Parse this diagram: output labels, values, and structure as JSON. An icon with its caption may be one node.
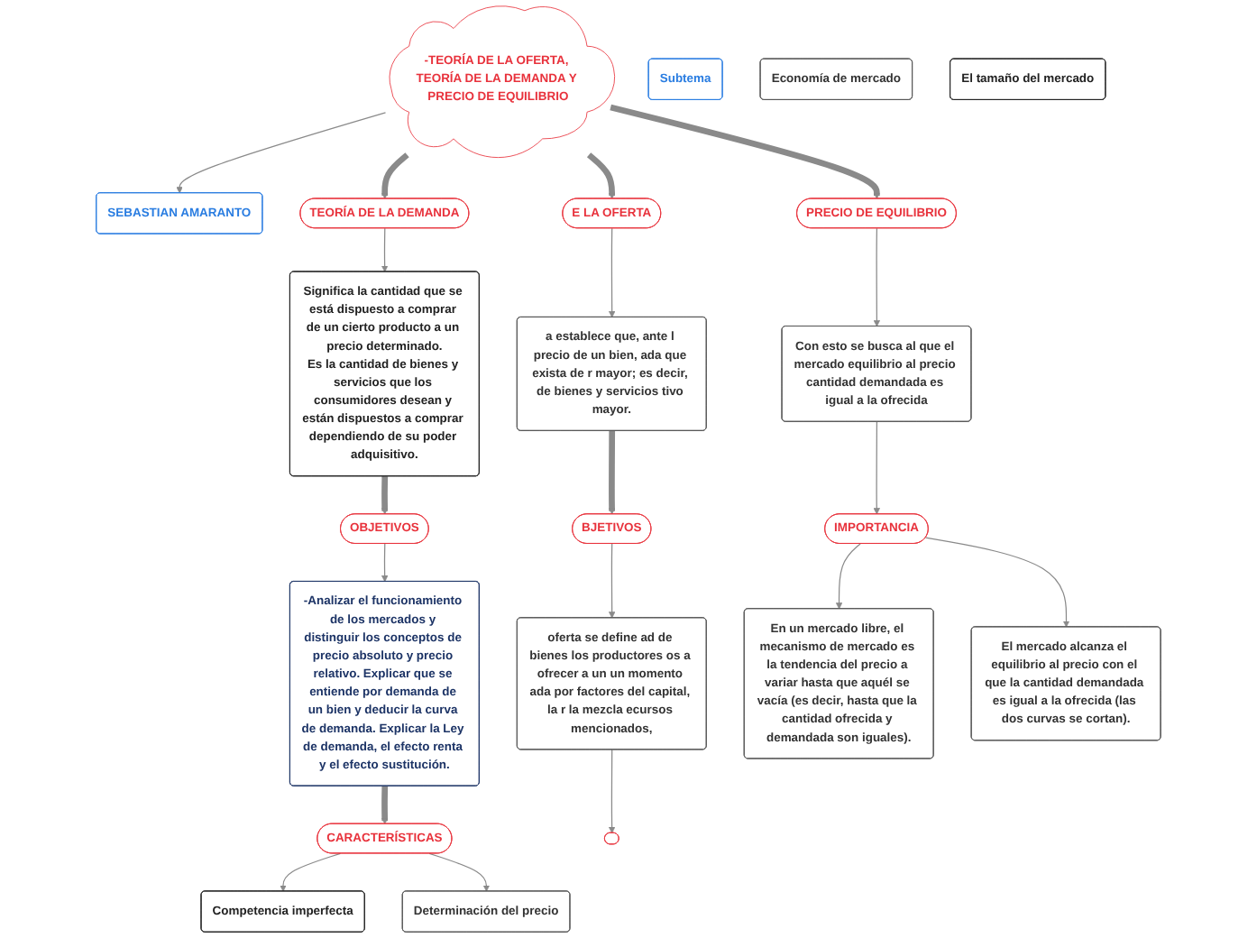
{
  "diagram": {
    "nodes": [
      {
        "text": [
          "SEBASTIAN AMARANTO"
        ]
      },
      {
        "text": [
          "-TEORÍA DE LA OFERTA, TEORÍA DE LA DEMANDA Y PRECIO DE EQUILIBRIO"
        ]
      },
      {
        "text": [
          "E LA OFERTA"
        ]
      },
      {
        "text": [
          "TEORÍA DE LA DEMANDA"
        ]
      },
      {
        "text": [
          "a establece que, ante l precio de un bien, ada que exista de r mayor; es decir, de bienes y servicios tivo mayor."
        ]
      },
      {
        "text": [
          "Significa la cantidad que se está dispuesto a comprar de un cierto producto a un precio determinado.",
          "Es la cantidad de bienes y servicios que los consumidores desean y están dispuestos a comprar dependiendo de su poder adquisitivo."
        ]
      },
      {
        "text": [
          "PRECIO DE EQUILIBRIO"
        ]
      },
      {
        "text": [
          "OBJETIVOS"
        ]
      },
      {
        "text": [
          "Con esto se busca al que el mercado equilibrio al precio cantidad demandada es igual a la ofrecida"
        ]
      },
      {
        "text": [
          "Subtema"
        ]
      },
      {
        "text": [
          "BJETIVOS"
        ]
      },
      {
        "text": [
          "IMPORTANCIA"
        ]
      },
      {
        "text": [
          "-Analizar el funcionamiento de los mercados y distinguir los conceptos de precio absoluto y precio relativo. Explicar que se entiende por demanda de un bien y deducir la curva de demanda. Explicar la Ley de demanda, el efecto renta y el efecto sustitución."
        ]
      },
      {
        "text": [
          "oferta se define ad de bienes los productores os a ofrecer a un un momento ada por factores del capital, la r la mezcla ecursos mencionados,"
        ]
      },
      {
        "text": [
          "En un mercado libre, el mecanismo de mercado es la tendencia del precio a variar hasta que aquél se vacía (es decir, hasta que la cantidad ofrecida y demandada son iguales)."
        ]
      },
      {
        "text": [
          "El mercado alcanza el equilibrio al precio con el que la cantidad demandada es igual a la ofrecida (las dos curvas se cortan)."
        ]
      },
      {
        "text": [
          "Economía de mercado"
        ]
      },
      {
        "text": [
          "CARACTERÍSTICAS"
        ]
      },
      {
        "text": [
          "Competencia imperfecta"
        ]
      },
      {
        "text": [
          "Determinación del precio"
        ]
      },
      {
        "text": [],
        "shape": "ellipse"
      },
      {
        "text": [
          "El tamaño del mercado"
        ]
      }
    ],
    "edges": [
      {
        "from": 1,
        "to": 0,
        "arrow": "to"
      },
      {
        "from": 1,
        "to": 2,
        "arrow": "to",
        "style": "thick"
      },
      {
        "from": 1,
        "to": 3,
        "arrow": "to",
        "style": "thick"
      },
      {
        "from": 1,
        "to": 6,
        "arrow": "to",
        "style": "thick"
      },
      {
        "from": 2,
        "to": 4,
        "arrow": "to"
      },
      {
        "from": 3,
        "to": 5,
        "arrow": "to"
      },
      {
        "from": 5,
        "to": 7,
        "arrow": "to",
        "style": "thick"
      },
      {
        "from": 6,
        "to": 8,
        "arrow": "to"
      },
      {
        "from": 7,
        "to": 12,
        "arrow": "to"
      },
      {
        "from": 8,
        "to": 11,
        "arrow": "to"
      },
      {
        "from": 4,
        "to": 10,
        "arrow": "to",
        "style": "thick"
      },
      {
        "from": 10,
        "to": 13,
        "arrow": "to"
      },
      {
        "from": 11,
        "to": 14,
        "arrow": "to"
      },
      {
        "from": 11,
        "to": 15,
        "arrow": "to"
      },
      {
        "from": 12,
        "to": 17,
        "arrow": "to",
        "style": "thick"
      },
      {
        "from": 17,
        "to": 18,
        "arrow": "to"
      },
      {
        "from": 17,
        "to": 19,
        "arrow": "to"
      },
      {
        "from": 13,
        "to": 20,
        "arrow": "to"
      }
    ]
  }
}
